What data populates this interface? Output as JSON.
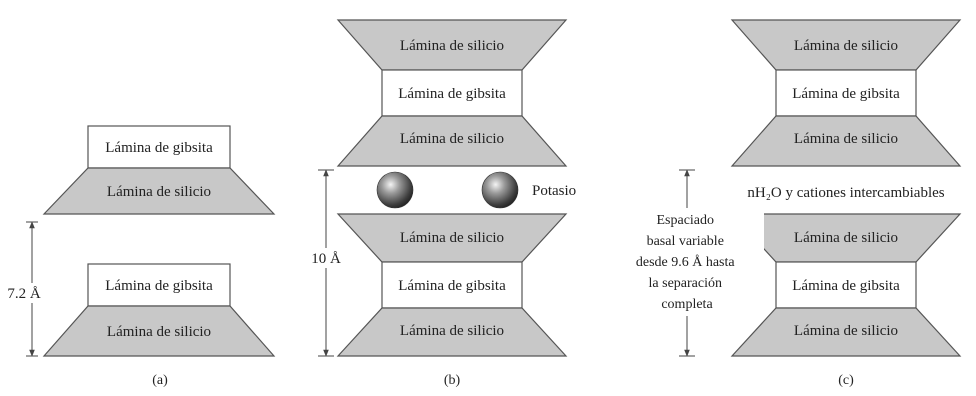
{
  "colors": {
    "silicio_fill": "#c8c8c8",
    "stroke": "#555555",
    "gibbsita_fill": "#ffffff",
    "dimension_line": "#444444"
  },
  "labels": {
    "silicio": "Lámina de silicio",
    "gibbsita": "Lámina de gibsita",
    "potasio": "Potasio",
    "water": "nH₂O y cationes intercambiables",
    "spacing_a": "7.2 Å",
    "spacing_b": "10 Å",
    "spacing_c": [
      "Espaciado",
      "basal variable",
      "desde 9.6 Å hasta",
      "la separación",
      "completa"
    ]
  },
  "captions": {
    "a": "(a)",
    "b": "(b)",
    "c": "(c)"
  }
}
